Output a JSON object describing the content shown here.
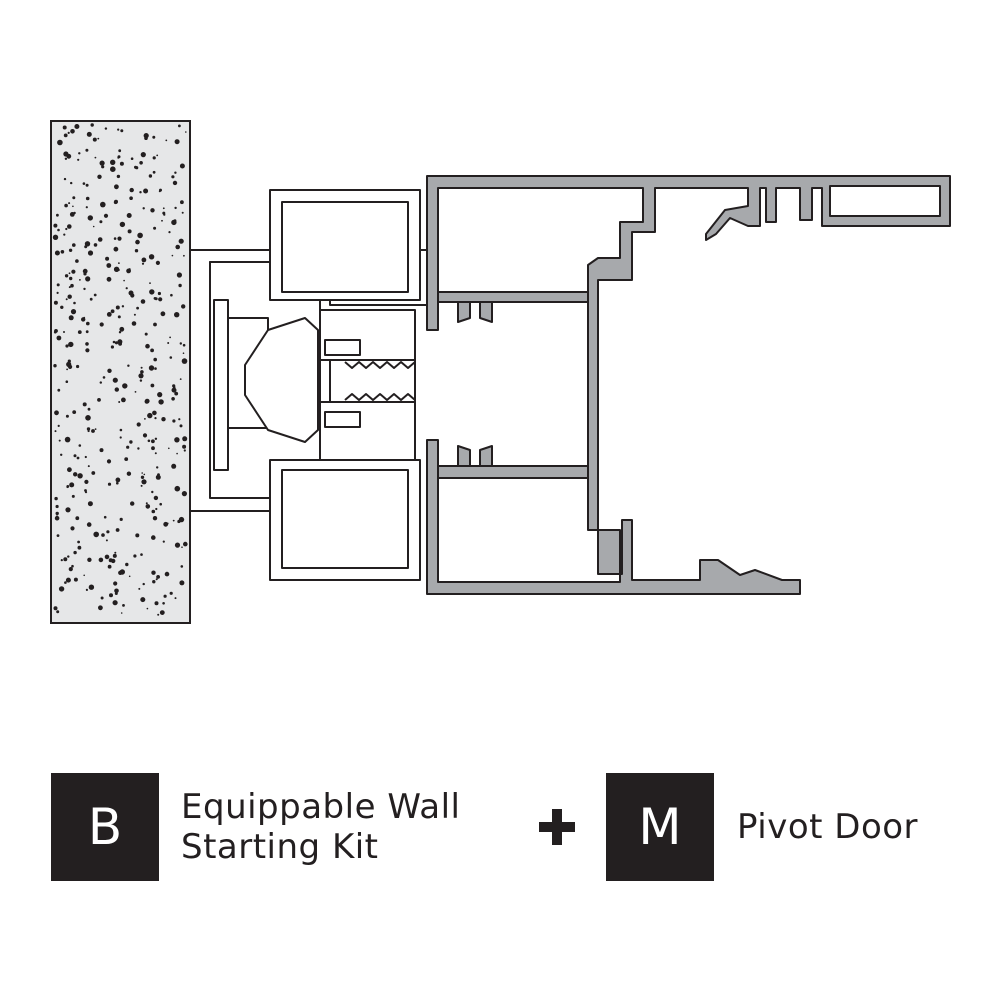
{
  "legend": {
    "kit": {
      "badge": "B",
      "label_line1": "Equippable Wall",
      "label_line2": "Starting Kit"
    },
    "door": {
      "badge": "M",
      "label": "Pivot Door"
    }
  },
  "colors": {
    "badge_bg": "#231f20",
    "badge_text": "#ffffff",
    "wall_fill": "#e6e7e8",
    "door_profile": "#a7a9ac",
    "outline": "#231f20"
  },
  "icons": {
    "plus": "plus-icon"
  }
}
